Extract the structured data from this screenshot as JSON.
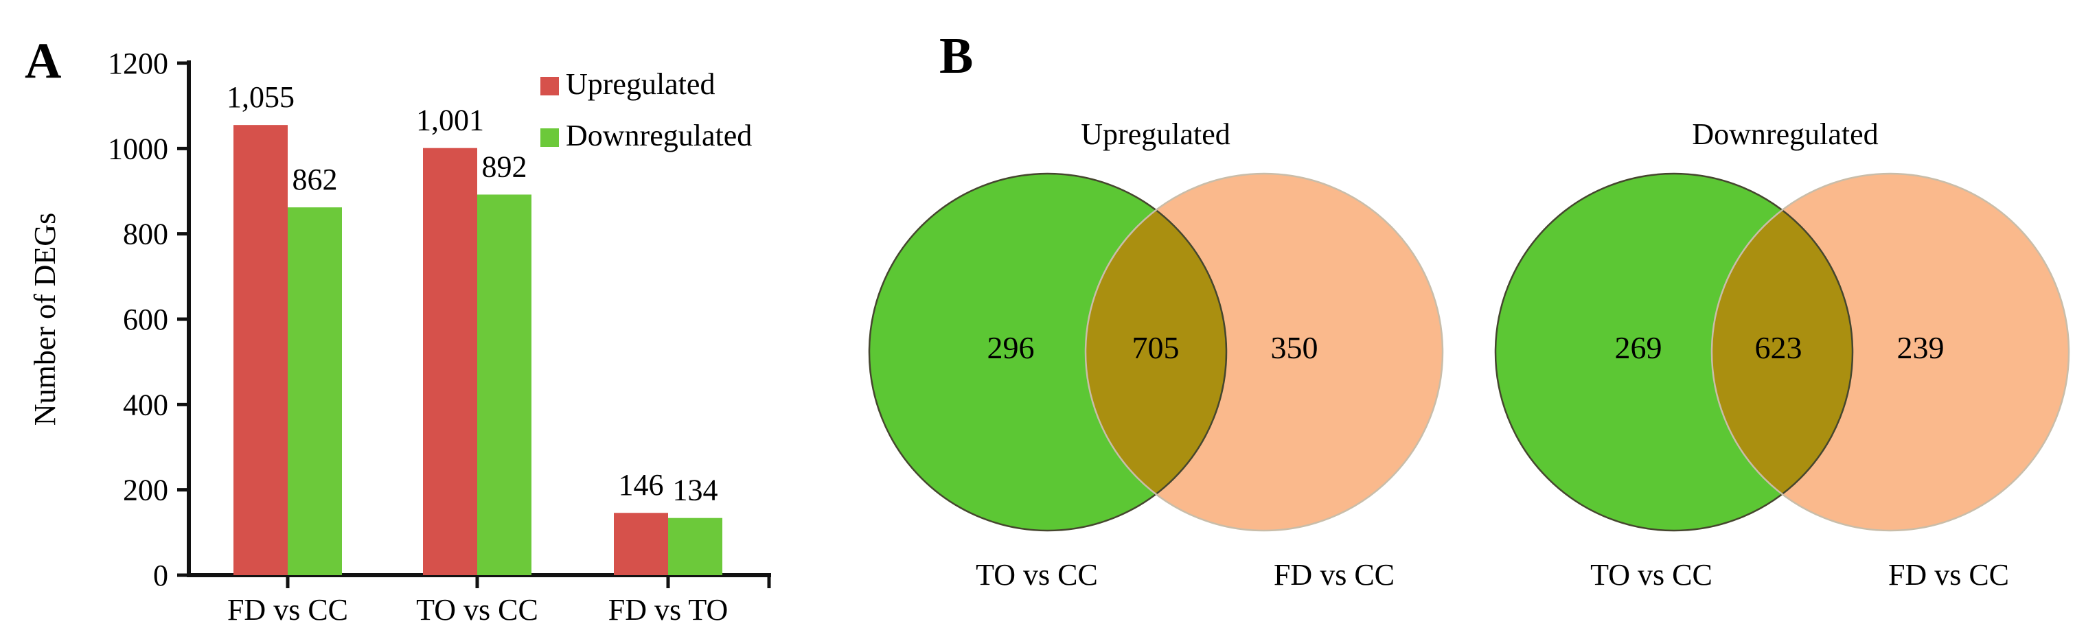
{
  "figure": {
    "panel_a_label": "A",
    "panel_b_label": "B"
  },
  "chart_data": {
    "type": "bar",
    "title": "",
    "categories": [
      "FD vs CC",
      "TO vs CC",
      "FD vs TO"
    ],
    "series": [
      {
        "name": "Upregulated",
        "color": "#d6514b",
        "values": [
          1055,
          1001,
          146
        ],
        "value_labels": [
          "1,055",
          "1,001",
          "146"
        ]
      },
      {
        "name": "Downregulated",
        "color": "#6cc93a",
        "values": [
          862,
          892,
          134
        ],
        "value_labels": [
          "862",
          "892",
          "134"
        ]
      }
    ],
    "xlabel": "",
    "ylabel": "Number of DEGs",
    "ylim": [
      0,
      1200
    ],
    "ytick_interval": 200,
    "grid": false,
    "legend_position": "top-right"
  },
  "venn_data": [
    {
      "title": "Upregulated",
      "left_set": "TO vs CC",
      "right_set": "FD vs CC",
      "left_only": 296,
      "intersection": 705,
      "right_only": 350,
      "left_color": "#5cc734",
      "right_color": "#fab98c",
      "overlap_color": "#aa8f10"
    },
    {
      "title": "Downregulated",
      "left_set": "TO vs CC",
      "right_set": "FD vs CC",
      "left_only": 269,
      "intersection": 623,
      "right_only": 239,
      "left_color": "#5cc734",
      "right_color": "#fab98c",
      "overlap_color": "#aa8f10"
    }
  ]
}
